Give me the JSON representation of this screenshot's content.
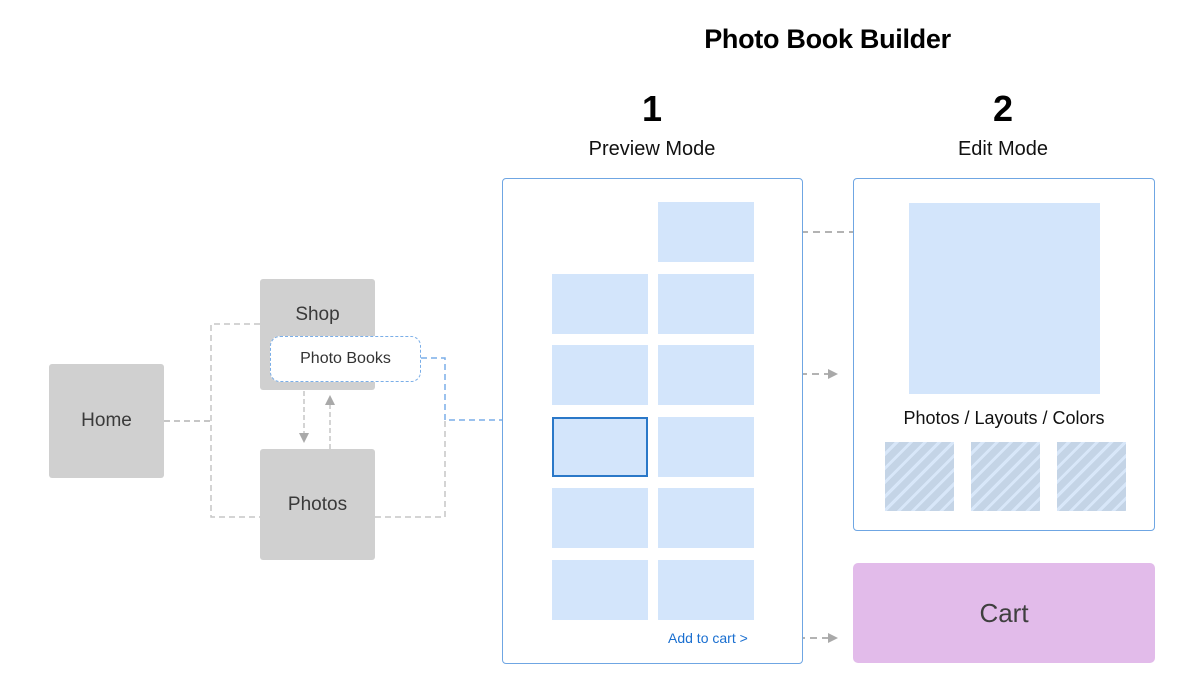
{
  "title": "Photo Book Builder",
  "nav": {
    "home": "Home",
    "shop": "Shop",
    "photo_books": "Photo Books",
    "photos": "Photos"
  },
  "steps": [
    {
      "number": "1",
      "label": "Preview Mode"
    },
    {
      "number": "2",
      "label": "Edit Mode"
    }
  ],
  "preview": {
    "page_count": 11,
    "selected_page": 6,
    "add_to_cart": "Add to cart >"
  },
  "edit": {
    "options_caption": "Photos / Layouts / Colors",
    "option_count": 3
  },
  "cart": "Cart",
  "colors": {
    "thumb_fill": "#d3e5fb",
    "panel_border": "#6fa6e3",
    "selection": "#2a78c8",
    "link": "#1a6fd0",
    "cart_fill": "#e2bbea",
    "node_fill": "#d0d0d0",
    "connector_gray": "#bdbdbd",
    "connector_blue": "#7aaee8"
  }
}
